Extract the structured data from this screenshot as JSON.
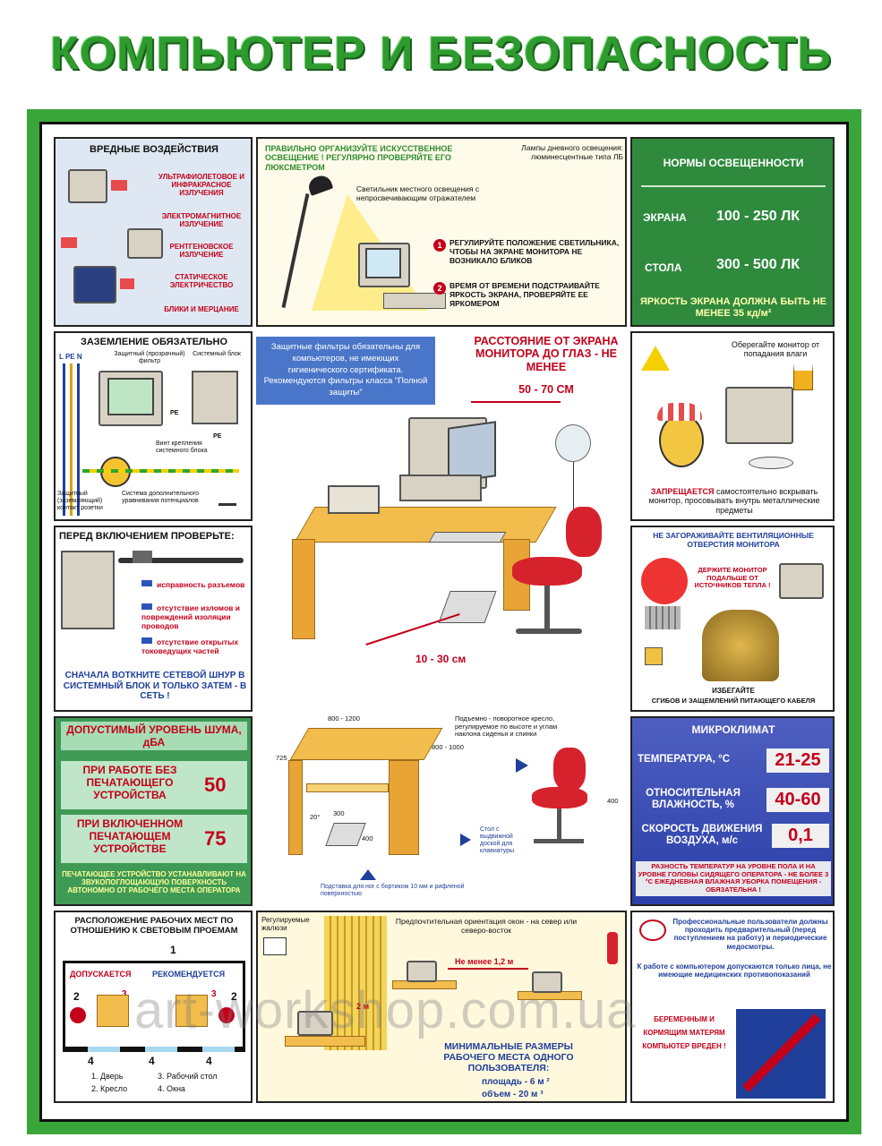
{
  "title": "КОМПЬЮТЕР И БЕЗОПАСНОСТЬ",
  "harm": {
    "title": "ВРЕДНЫЕ ВОЗДЕЙСТВИЯ",
    "items": [
      "УЛЬТРАФИОЛЕТОВОЕ И ИНФРАКРАСНОЕ ИЗЛУЧЕНИЯ",
      "ЭЛЕКТРОМАГНИТНОЕ ИЗЛУЧЕНИЕ",
      "РЕНТГЕНОВСКОЕ ИЗЛУЧЕНИЕ",
      "СТАТИЧЕСКОЕ ЭЛЕКТРИЧЕСТВО",
      "БЛИКИ И МЕРЦАНИЕ"
    ]
  },
  "lighting": {
    "heading": "ПРАВИЛЬНО ОРГАНИЗУЙТЕ ИСКУССТВЕННОЕ ОСВЕЩЕНИЕ ! РЕГУЛЯРНО ПРОВЕРЯЙТЕ ЕГО ЛЮКСМЕТРОМ",
    "lamps": "Лампы дневного освещения: люминесцентные типа ЛБ",
    "local": "Светильник местного освещения с непросвечивающим отражателем",
    "tip1": "РЕГУЛИРУЙТЕ ПОЛОЖЕНИЕ СВЕТИЛЬНИКА, ЧТОБЫ НА ЭКРАНЕ МОНИТОРА НЕ ВОЗНИКАЛО БЛИКОВ",
    "tip2": "ВРЕМЯ ОТ ВРЕМЕНИ ПОДСТРАИВАЙТЕ ЯРКОСТЬ ЭКРАНА, ПРОВЕРЯЙТЕ ЕЕ ЯРКОМЕРОМ",
    "n1": "1",
    "n2": "2"
  },
  "norms": {
    "title": "НОРМЫ ОСВЕЩЕННОСТИ",
    "screen_label": "ЭКРАНА",
    "screen_value": "100 - 250 ЛК",
    "table_label": "СТОЛА",
    "table_value": "300 - 500 ЛК",
    "footer": "ЯРКОСТЬ ЭКРАНА ДОЛЖНА БЫТЬ НЕ МЕНЕЕ 35 кд/м²"
  },
  "ground": {
    "title": "ЗАЗЕМЛЕНИЕ ОБЯЗАТЕЛЬНО",
    "lpen": "L PE N",
    "filter": "Защитный (прозрачный) фильтр",
    "unit": "Системный блок",
    "pe1": "PE",
    "pe2": "PE",
    "screw": "Винт крепления системного блока",
    "socket": "Защитный (заземляющий) контакт розетки",
    "system": "Система дополнительного уравнивания потенциалов"
  },
  "filters": {
    "text": "Защитные фильтры обязательны для компьютеров, не имеющих гигиенического сертификата. Рекомендуются фильтры класса “Полной защиты”"
  },
  "distance": {
    "title": "РАССТОЯНИЕ ОТ ЭКРАНА МОНИТОРА ДО ГЛАЗ - НЕ МЕНЕЕ",
    "value": "50 - 70 СМ",
    "legs": "10 - 30 см"
  },
  "moisture": {
    "top": "Оберегайте монитор от попадания влаги",
    "forbid_red": "ЗАПРЕЩАЕТСЯ",
    "forbid_rest": "самостоятельно вскрывать монитор, просовывать внутрь металлические предметы"
  },
  "check": {
    "title": "ПЕРЕД ВКЛЮЧЕНИЕМ ПРОВЕРЬТЕ:",
    "items": [
      "исправность разъемов",
      "отсутствие изломов и повреждений изоляции проводов",
      "отсутствие открытых токоведущих частей"
    ],
    "footer": "СНАЧАЛА ВОТКНИТЕ СЕТЕВОЙ ШНУР В СИСТЕМНЫЙ БЛОК И ТОЛЬКО ЗАТЕМ - В СЕТЬ !"
  },
  "vent": {
    "title": "НЕ ЗАГОРАЖИВАЙТЕ ВЕНТИЛЯЦИОННЫЕ ОТВЕРСТИЯ МОНИТОРА",
    "keep": "ДЕРЖИТЕ МОНИТОР ПОДАЛЬШЕ ОТ ИСТОЧНИКОВ ТЕПЛА !",
    "avoid": "ИЗБЕГАЙТЕ",
    "avoid2": "СГИБОВ И ЗАЩЕМЛЕНИЙ ПИТАЮЩЕГО КАБЕЛЯ"
  },
  "noise": {
    "title": "ДОПУСТИМЫЙ УРОВЕНЬ ШУМА, дБА",
    "row1_label": "ПРИ РАБОТЕ БЕЗ ПЕЧАТАЮЩЕГО УСТРОЙСТВА",
    "row1_value": "50",
    "row2_label": "ПРИ ВКЛЮЧЕННОМ ПЕЧАТАЮЩЕМ УСТРОЙСТВЕ",
    "row2_value": "75",
    "footer": "ПЕЧАТАЮЩЕЕ УСТРОЙСТВО УСТАНАВЛИВАЮТ НА ЗВУКОПОГЛОЩАЮЩУЮ ПОВЕРХНОСТЬ АВТОНОМНО ОТ РАБОЧЕГО МЕСТА ОПЕРАТОРА"
  },
  "desk": {
    "w": "800 - 1200",
    "d": "800 - 1000",
    "h": "725",
    "angle": "20°",
    "fw": "300",
    "fd": "400",
    "chair_w": "400",
    "chair": "Подъемно - поворотное кресло, регулируемое по высоте и углам наклона сиденья и спинки",
    "keyboard": "Стол с выдвижной доской для клавиатуры",
    "footrest": "Подставка для ног с бортиком 10 мм и рифленой поверхностью"
  },
  "climate": {
    "title": "МИКРОКЛИМАТ",
    "temp_label": "ТЕМПЕРАТУРА, °С",
    "temp_value": "21-25",
    "hum_label": "ОТНОСИТЕЛЬНАЯ ВЛАЖНОСТЬ, %",
    "hum_value": "40-60",
    "air_label": "СКОРОСТЬ ДВИЖЕНИЯ ВОЗДУХА, м/с",
    "air_value": "0,1",
    "footer": "РАЗНОСТЬ ТЕМПЕРАТУР НА УРОВНЕ ПОЛА И НА УРОВНЕ ГОЛОВЫ СИДЯЩЕГО ОПЕРАТОРА - НЕ БОЛЕЕ 3 °С ЕЖЕДНЕВНАЯ ВЛАЖНАЯ УБОРКА ПОМЕЩЕНИЯ - ОБЯЗАТЕЛЬНА !"
  },
  "layout": {
    "title": "РАСПОЛОЖЕНИЕ РАБОЧИХ МЕСТ ПО ОТНОШЕНИЮ К СВЕТОВЫМ ПРОЕМАМ",
    "allowed": "ДОПУСКАЕТСЯ",
    "recommended": "РЕКОМЕНДУЕТСЯ",
    "one": "1",
    "two_l": "2",
    "three_l": "3",
    "three_r": "3",
    "two_r": "2",
    "four_a": "4",
    "four_b": "4",
    "four_c": "4",
    "legend1": "1. Дверь",
    "legend2": "2. Кресло",
    "legend3": "3. Рабочий стол",
    "legend4": "4. Окна"
  },
  "room": {
    "blinds": "Регулируемые жалюзи",
    "orient": "Предпочтительная ориентация окон - на север или северо-восток",
    "min_dist": "Не менее 1,2 м",
    "two_m": "2 м",
    "min_title": "МИНИМАЛЬНЫЕ РАЗМЕРЫ РАБОЧЕГО МЕСТА ОДНОГО ПОЛЬЗОВАТЕЛЯ:",
    "area": "площадь - 6 м ²",
    "volume": "объем - 20 м ³"
  },
  "medical": {
    "text1": "Профессиональные пользователи должны проходить предварительный (перед поступлением на работу) и периодические медосмотры.",
    "text2": "К работе с компьютером допускаются только лица, не имеющие медицинских противопоказаний",
    "pregnant": "БЕРЕМЕННЫМ И КОРМЯЩИМ МАТЕРЯМ КОМПЬЮТЕР ВРЕДЕН !"
  },
  "watermark": "art-workshop.com.ua",
  "colors": {
    "green": "#3aa63a",
    "red": "#c4001a",
    "blue": "#1f3f9a"
  }
}
